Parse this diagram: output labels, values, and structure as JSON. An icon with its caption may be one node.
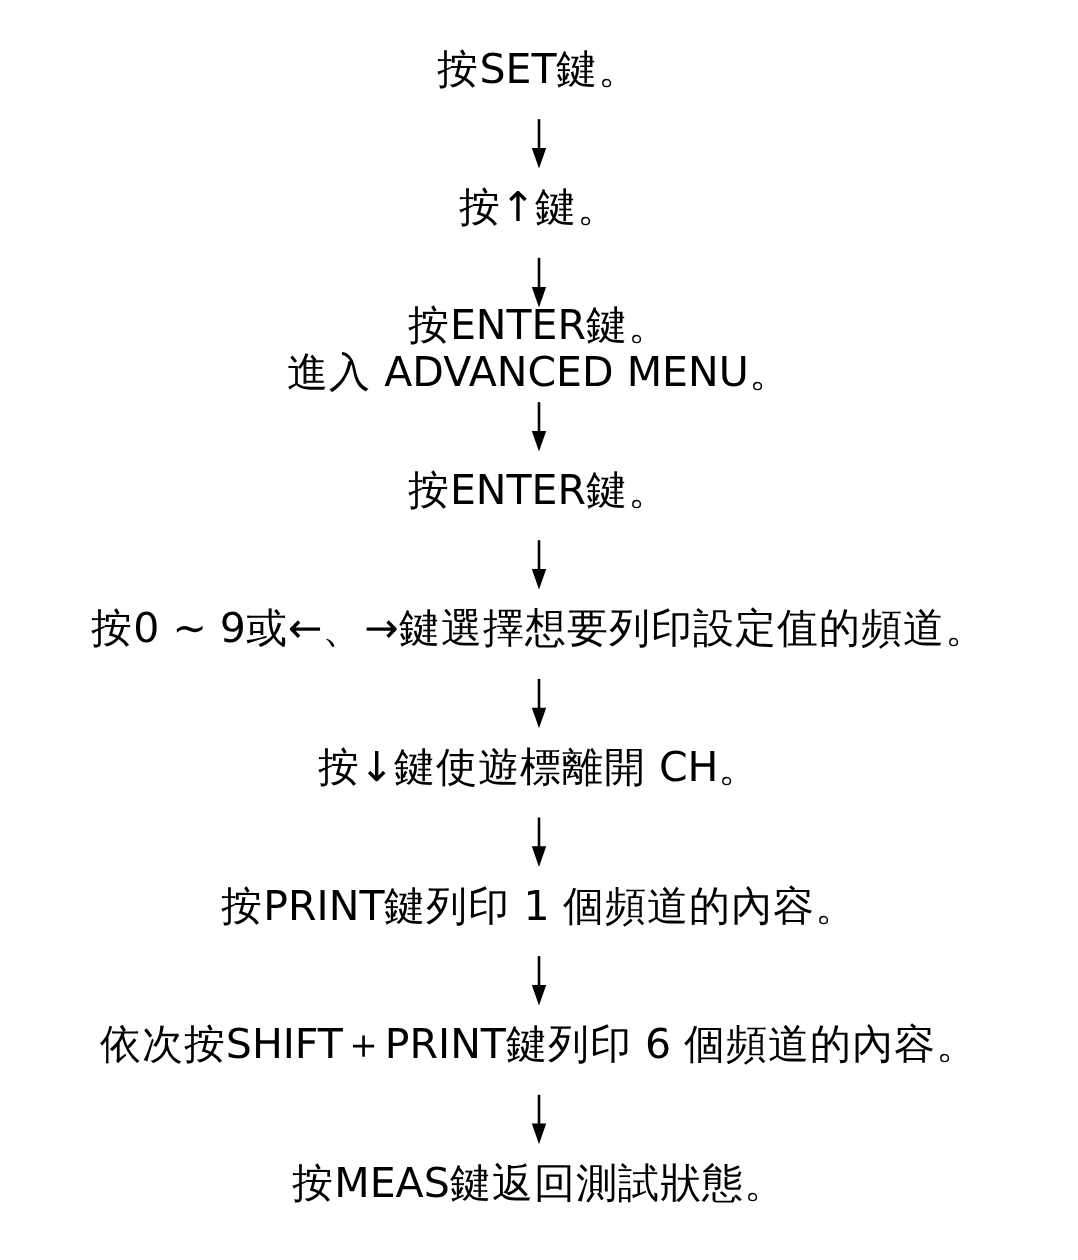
{
  "diagram": {
    "nodes": [
      {
        "text": [
          "按SET鍵。"
        ]
      },
      {
        "text": [
          "按↑鍵。"
        ]
      },
      {
        "text": [
          "按ENTER鍵。",
          "進入 ADVANCED MENU。"
        ]
      },
      {
        "text": [
          "按ENTER鍵。"
        ]
      },
      {
        "text": [
          "按0 ~ 9或←、→鍵選擇想要列印設定值的頻道。"
        ]
      },
      {
        "text": [
          "按↓鍵使遊標離開 CH。"
        ]
      },
      {
        "text": [
          "按PRINT鍵列印 1 個頻道的內容。"
        ]
      },
      {
        "text": [
          "依次按SHIFT＋PRINT鍵列印 6 個頻道的內容。"
        ]
      },
      {
        "text": [
          "按MEAS鍵返回測試狀態。"
        ]
      }
    ],
    "edges": [
      {
        "from": 0,
        "to": 1,
        "arrow": "to"
      },
      {
        "from": 1,
        "to": 2,
        "arrow": "to"
      },
      {
        "from": 2,
        "to": 3,
        "arrow": "to"
      },
      {
        "from": 3,
        "to": 4,
        "arrow": "to"
      },
      {
        "from": 4,
        "to": 5,
        "arrow": "to"
      },
      {
        "from": 5,
        "to": 6,
        "arrow": "to"
      },
      {
        "from": 6,
        "to": 7,
        "arrow": "to"
      },
      {
        "from": 7,
        "to": 8,
        "arrow": "to"
      }
    ]
  }
}
